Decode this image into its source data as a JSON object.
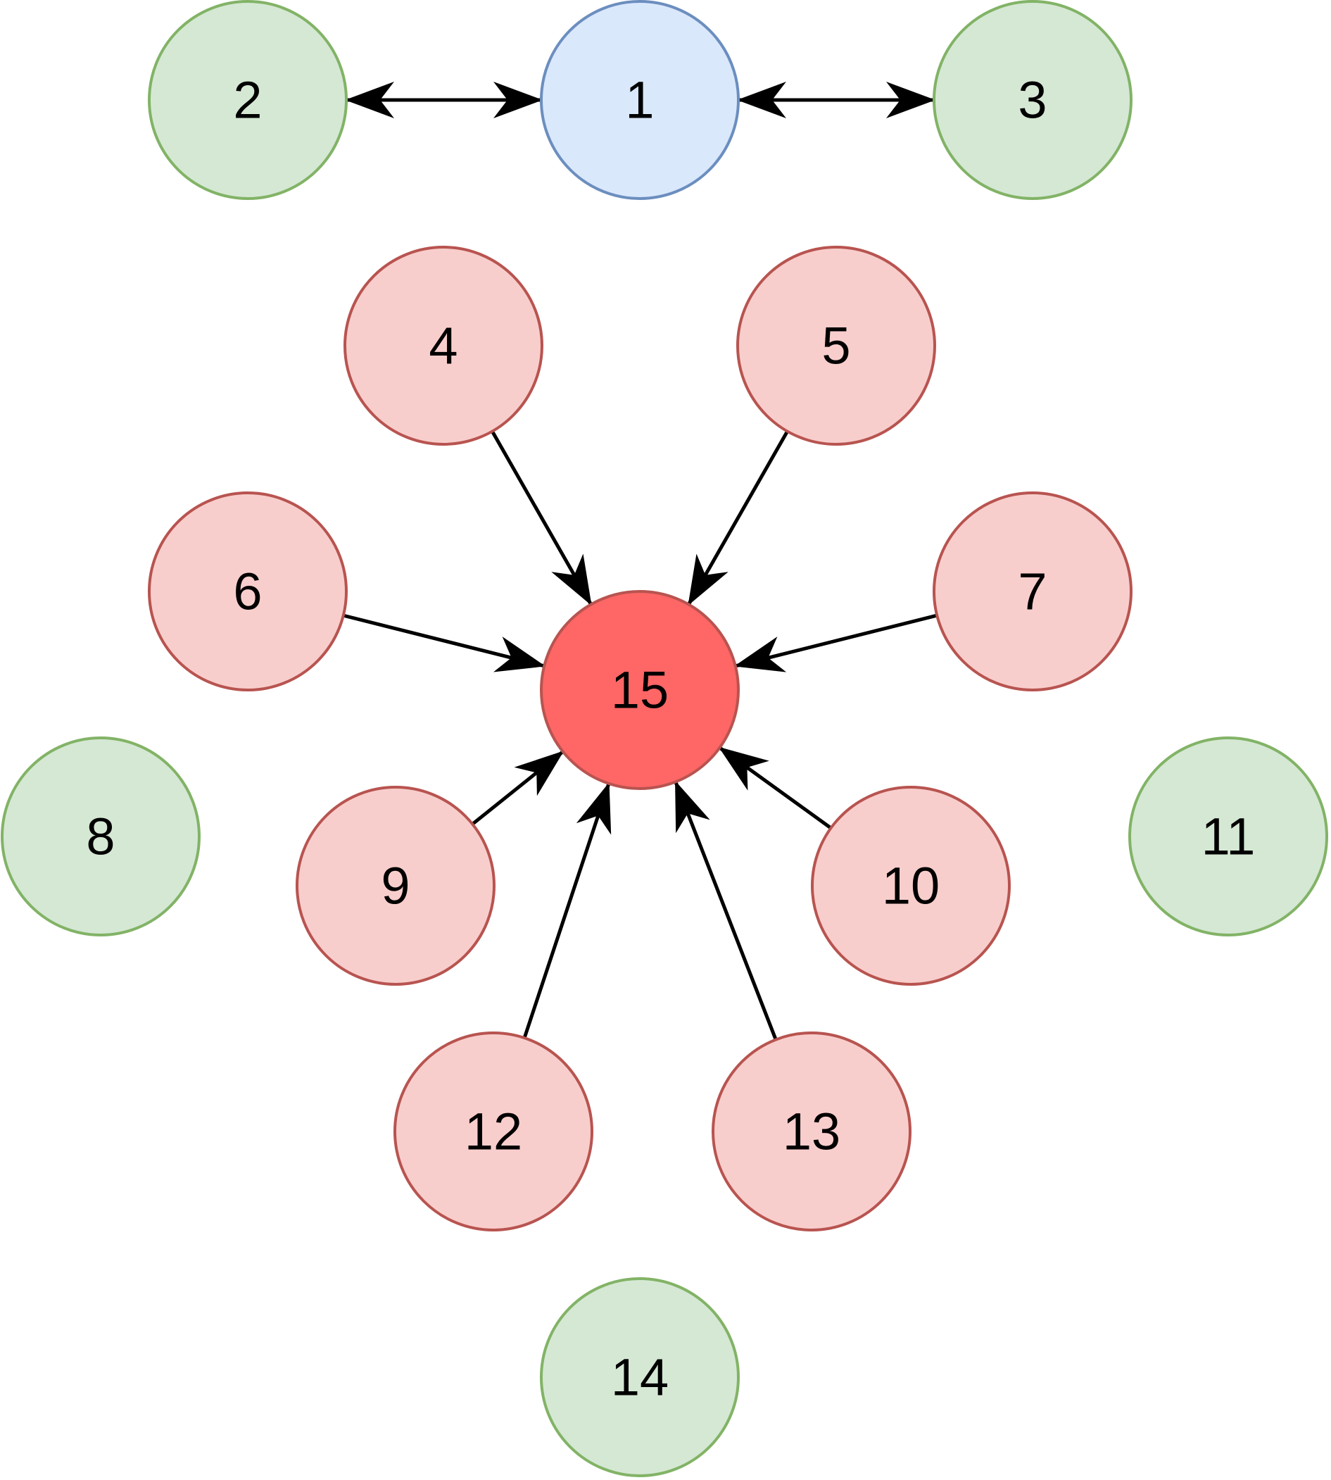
{
  "colors": {
    "blue_fill": "#dae8fc",
    "blue_stroke": "#6c8ebf",
    "green_fill": "#d5e8d4",
    "green_stroke": "#82b366",
    "pink_fill": "#f8cecc",
    "pink_stroke": "#b85450",
    "red_fill": "#ff6666",
    "edge": "#000000"
  },
  "nodes": [
    {
      "id": "1",
      "label": "1",
      "style": "blue"
    },
    {
      "id": "2",
      "label": "2",
      "style": "green"
    },
    {
      "id": "3",
      "label": "3",
      "style": "green"
    },
    {
      "id": "4",
      "label": "4",
      "style": "pink"
    },
    {
      "id": "5",
      "label": "5",
      "style": "pink"
    },
    {
      "id": "6",
      "label": "6",
      "style": "pink"
    },
    {
      "id": "7",
      "label": "7",
      "style": "pink"
    },
    {
      "id": "8",
      "label": "8",
      "style": "green"
    },
    {
      "id": "9",
      "label": "9",
      "style": "pink"
    },
    {
      "id": "10",
      "label": "10",
      "style": "pink"
    },
    {
      "id": "11",
      "label": "11",
      "style": "green"
    },
    {
      "id": "12",
      "label": "12",
      "style": "pink"
    },
    {
      "id": "13",
      "label": "13",
      "style": "pink"
    },
    {
      "id": "14",
      "label": "14",
      "style": "green"
    },
    {
      "id": "15",
      "label": "15",
      "style": "red"
    }
  ],
  "edges": [
    {
      "from": "1",
      "to": "2",
      "bidirectional": true
    },
    {
      "from": "1",
      "to": "3",
      "bidirectional": true
    },
    {
      "from": "4",
      "to": "15",
      "bidirectional": false
    },
    {
      "from": "5",
      "to": "15",
      "bidirectional": false
    },
    {
      "from": "6",
      "to": "15",
      "bidirectional": false
    },
    {
      "from": "7",
      "to": "15",
      "bidirectional": false
    },
    {
      "from": "9",
      "to": "15",
      "bidirectional": false
    },
    {
      "from": "10",
      "to": "15",
      "bidirectional": false
    },
    {
      "from": "12",
      "to": "15",
      "bidirectional": false
    },
    {
      "from": "13",
      "to": "15",
      "bidirectional": false
    }
  ]
}
